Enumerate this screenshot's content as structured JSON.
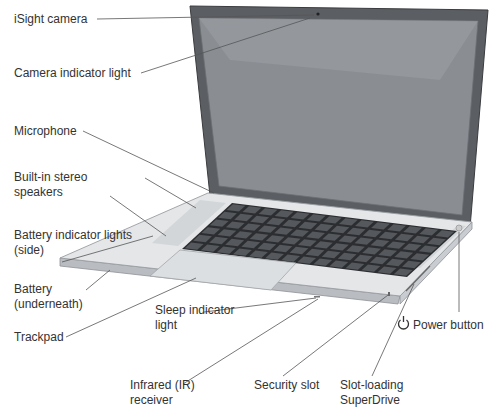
{
  "diagram": {
    "labels": [
      "iSight camera",
      "Camera indicator light",
      "Microphone",
      "Built-in stereo speakers",
      "Battery indicator lights (side)",
      "Battery (underneath)",
      "Trackpad",
      "Sleep indicator light",
      "Infrared (IR) receiver",
      "Security slot",
      "Slot-loading SuperDrive",
      "Power button"
    ]
  }
}
